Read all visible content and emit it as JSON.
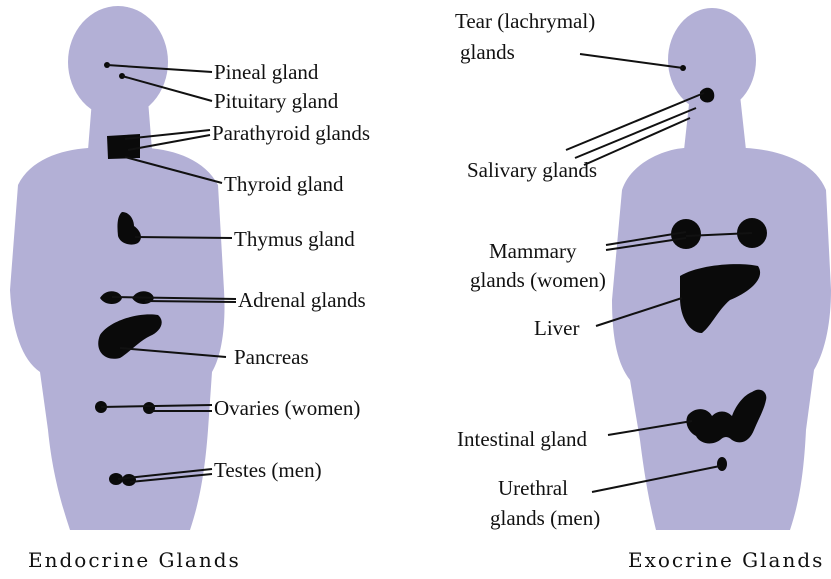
{
  "colors": {
    "body": "#b3b0d6",
    "body_shade": "#a8a5cf",
    "gland": "#0a0a0a",
    "line": "#111111"
  },
  "endocrine": {
    "caption": "Endocrine Glands",
    "labels": {
      "pineal": "Pineal gland",
      "pituitary": "Pituitary gland",
      "parathyroid": "Parathyroid glands",
      "thyroid": "Thyroid gland",
      "thymus": "Thymus gland",
      "adrenal": "Adrenal glands",
      "pancreas": "Pancreas",
      "ovaries": "Ovaries (women)",
      "testes": "Testes (men)"
    }
  },
  "exocrine": {
    "caption": "Exocrine Glands",
    "labels": {
      "tear_1": "Tear (lachrymal)",
      "tear_2": "glands",
      "salivary": "Salivary glands",
      "mammary_1": "Mammary",
      "mammary_2": "glands (women)",
      "liver": "Liver",
      "intestinal": "Intestinal gland",
      "urethral_1": "Urethral",
      "urethral_2": "glands (men)"
    }
  }
}
